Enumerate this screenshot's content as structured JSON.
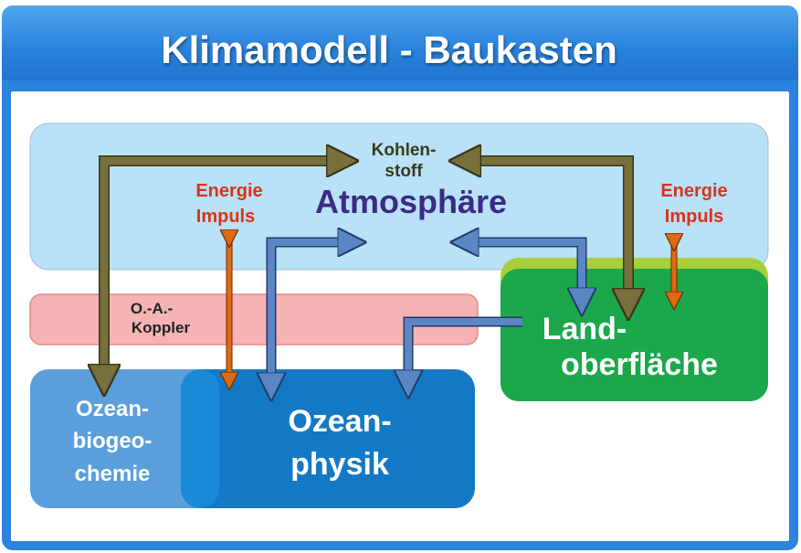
{
  "title": "Klimamodell - Baukasten",
  "nodes": {
    "atmosphere": "Atmosphäre",
    "carbon_line1": "Kohlen-",
    "carbon_line2": "stoff",
    "energy_left_line1": "Energie",
    "energy_left_line2": "Impuls",
    "energy_right_line1": "Energie",
    "energy_right_line2": "Impuls",
    "coupler_line1": "O.-A.-",
    "coupler_line2": "Koppler",
    "ocean_biogeo_line1": "Ozean-",
    "ocean_biogeo_line2": "biogeo-",
    "ocean_biogeo_line3": "chemie",
    "ocean_physics_line1": "Ozean-",
    "ocean_physics_line2": "physik",
    "land_line1": "Land-",
    "land_line2": "oberfläche"
  },
  "colors": {
    "title_bar": "#2a83dd",
    "atmosphere_fill": "#b9e1f7",
    "coupler_fill": "#f5b3b3",
    "land_fill": "#1aa84b",
    "land_top": "#a8cf3a",
    "ocean_physics_fill": "#1479c4",
    "ocean_biogeo_fill": "#5a9fdc",
    "carbon_arrow": "#77703c",
    "energy_arrow": "#e06a14",
    "flow_arrow": "#5b86c6",
    "energy_text": "#d9331a",
    "atmosphere_text": "#3b2a86"
  }
}
